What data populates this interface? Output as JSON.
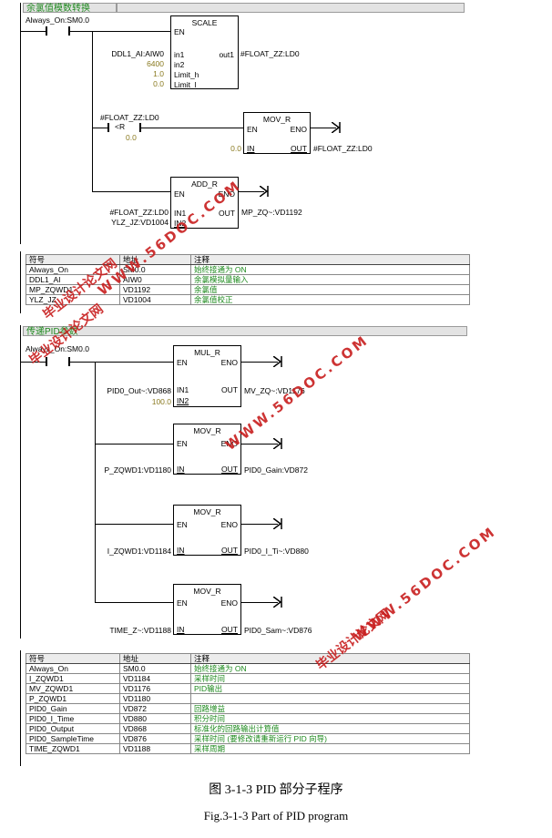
{
  "network1": {
    "title": "余氯值模数转换",
    "contact_label": "Always_On:SM0.0",
    "scale": {
      "name": "SCALE",
      "en": "EN",
      "pins_in": [
        "in1",
        "in2",
        "Limit_h",
        "Limit_l"
      ],
      "inputs": [
        "DDL1_AI:AIW0",
        "6400",
        "1.0",
        "0.0"
      ],
      "out_pin": "out1",
      "output": "#FLOAT_ZZ:LD0"
    },
    "compare": {
      "operand": "#FLOAT_ZZ:LD0",
      "op": "<R",
      "value": "0.0"
    },
    "mov": {
      "name": "MOV_R",
      "en": "EN",
      "eno": "ENO",
      "in_pin": "IN",
      "out_pin": "OUT",
      "input": "0.0",
      "output": "#FLOAT_ZZ:LD0"
    },
    "add": {
      "name": "ADD_R",
      "en": "EN",
      "eno": "ENO",
      "pins_in": [
        "IN1",
        "IN2"
      ],
      "inputs": [
        "#FLOAT_ZZ:LD0",
        "YLZ_JZ:VD1004"
      ],
      "out_pin": "OUT",
      "output": "MP_ZQ~:VD1192"
    }
  },
  "symtable1": {
    "headers": [
      "符号",
      "地址",
      "注释"
    ],
    "rows": [
      [
        "Always_On",
        "SM0.0",
        "始终接通为 ON"
      ],
      [
        "DDL1_AI",
        "AIW0",
        "余氯模拟量输入"
      ],
      [
        "MP_ZQWD1",
        "VD1192",
        "余氯值"
      ],
      [
        "YLZ_JZ",
        "VD1004",
        "余氯值校正"
      ]
    ]
  },
  "network2": {
    "title": "传递PID参数",
    "contact_label": "Always_On:SM0.0",
    "mul": {
      "name": "MUL_R",
      "en": "EN",
      "eno": "ENO",
      "pins_in": [
        "IN1",
        "IN2"
      ],
      "inputs": [
        "PID0_Out~:VD868",
        "100.0"
      ],
      "out_pin": "OUT",
      "output": "MV_ZQ~:VD1176"
    },
    "movs": [
      {
        "name": "MOV_R",
        "en": "EN",
        "eno": "ENO",
        "in_pin": "IN",
        "out_pin": "OUT",
        "input": "P_ZQWD1:VD1180",
        "output": "PID0_Gain:VD872"
      },
      {
        "name": "MOV_R",
        "en": "EN",
        "eno": "ENO",
        "in_pin": "IN",
        "out_pin": "OUT",
        "input": "I_ZQWD1:VD1184",
        "output": "PID0_I_Ti~:VD880"
      },
      {
        "name": "MOV_R",
        "en": "EN",
        "eno": "ENO",
        "in_pin": "IN",
        "out_pin": "OUT",
        "input": "TIME_Z~:VD1188",
        "output": "PID0_Sam~:VD876"
      }
    ]
  },
  "symtable2": {
    "headers": [
      "符号",
      "地址",
      "注释"
    ],
    "rows": [
      [
        "Always_On",
        "SM0.0",
        "始终接通为 ON"
      ],
      [
        "I_ZQWD1",
        "VD1184",
        "采样时间"
      ],
      [
        "MV_ZQWD1",
        "VD1176",
        "PID输出"
      ],
      [
        "P_ZQWD1",
        "VD1180",
        ""
      ],
      [
        "PID0_Gain",
        "VD872",
        "回路增益"
      ],
      [
        "PID0_I_Time",
        "VD880",
        "积分时间"
      ],
      [
        "PID0_Output",
        "VD868",
        "标准化的回路输出计算值"
      ],
      [
        "PID0_SampleTime",
        "VD876",
        "采样时间 (要修改请重新运行 PID 向导)"
      ],
      [
        "TIME_ZQWD1",
        "VD1188",
        "采样周期"
      ]
    ]
  },
  "caption": {
    "zh": "图 3-1-3 PID 部分子程序",
    "en": "Fig.3-1-3 Part of PID program"
  },
  "watermark": {
    "site": "WWW.56DOC.COM",
    "name": "毕业设计论文网"
  }
}
